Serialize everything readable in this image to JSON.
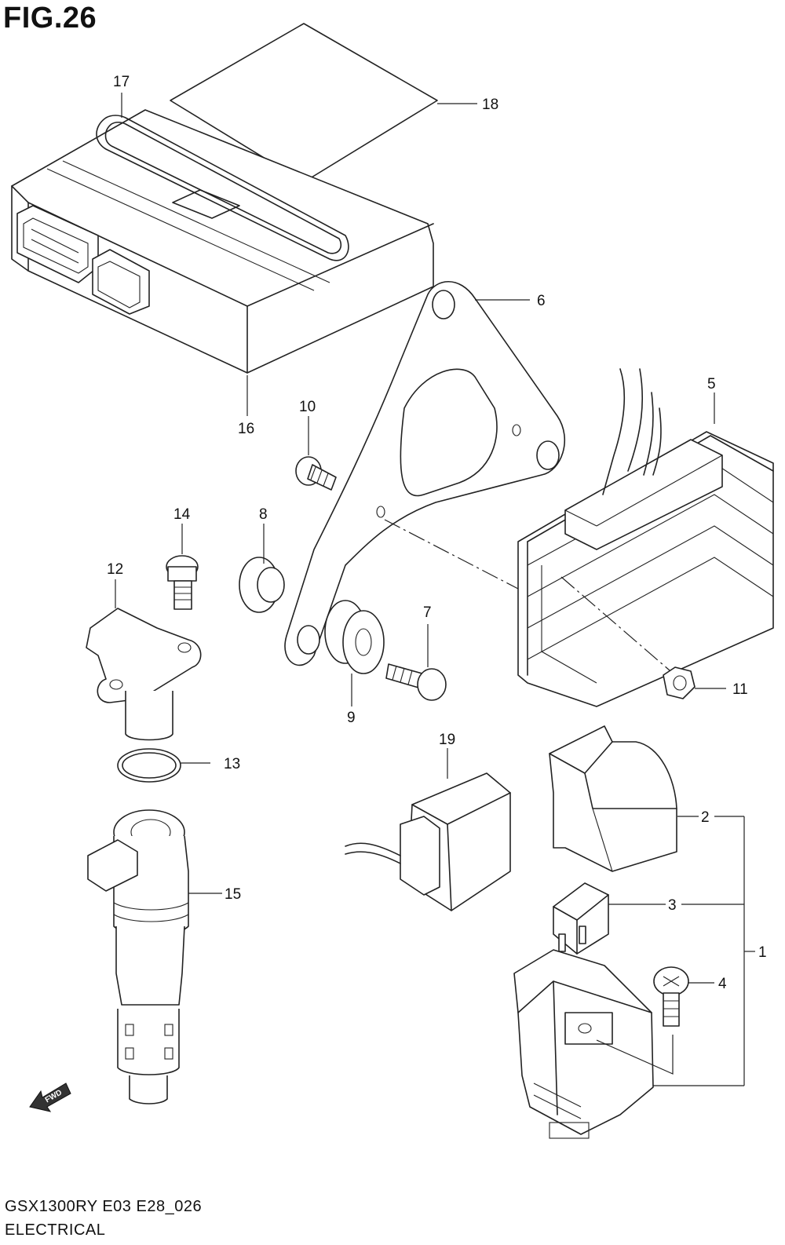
{
  "figure": {
    "title": "FIG.26",
    "model": "GSX1300RY E03 E28_026",
    "section": "ELECTRICAL"
  },
  "callouts": [
    "1",
    "2",
    "3",
    "4",
    "5",
    "6",
    "7",
    "8",
    "9",
    "10",
    "11",
    "12",
    "13",
    "14",
    "15",
    "16",
    "17",
    "18",
    "19"
  ],
  "fwd_label": "FWD"
}
